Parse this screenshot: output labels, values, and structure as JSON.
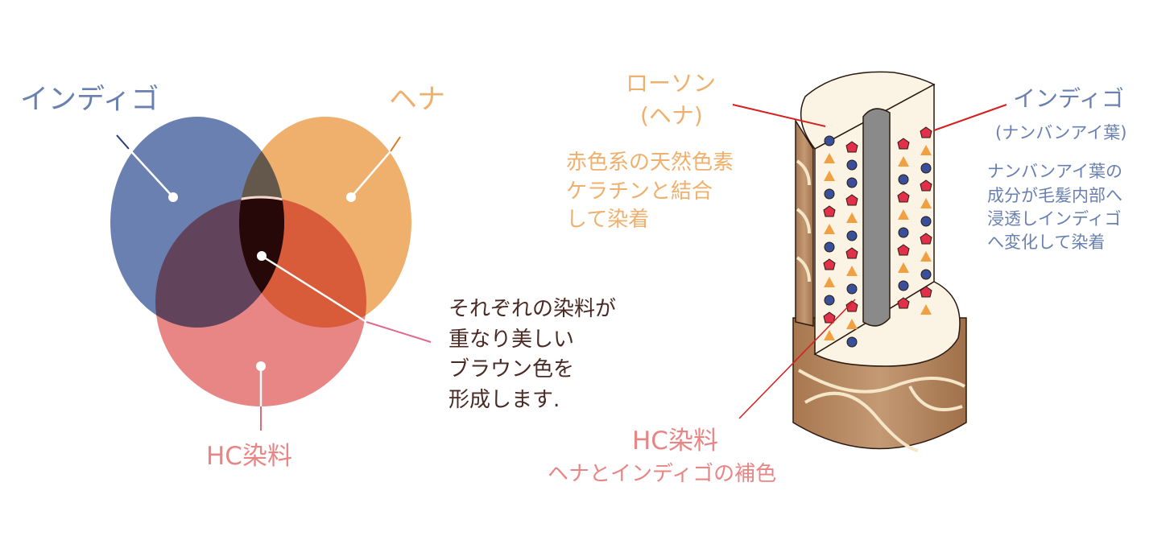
{
  "venn": {
    "indigo_label": "インディゴ",
    "henna_label": "ヘナ",
    "hc_label": "HC染料",
    "center_caption": [
      "それぞれの染料が",
      "重なり美しい",
      "ブラウン色を",
      "形成します."
    ]
  },
  "hair": {
    "lawsone_label": "ローソン",
    "lawsone_sub": "(ヘナ)",
    "lawsone_desc": [
      "赤色系の天然色素",
      "ケラチンと結合",
      "して染着"
    ],
    "indigo_label": "インディゴ",
    "indigo_sub": "(ナンバンアイ葉)",
    "indigo_desc": [
      "ナンバンアイ葉の",
      "成分が毛髪内部へ",
      "浸透しインディゴ",
      "へ変化して染着"
    ],
    "hc_label": "HC染料",
    "hc_desc": "ヘナとインディゴの補色"
  },
  "colors": {
    "indigo": "#6a80b0",
    "henna": "#eeb06c",
    "hc": "#e88585",
    "center": "#260808",
    "caption": "#4a2a25",
    "hair": "#b98a64",
    "cortex": "#fbf3e4",
    "medulla": "#8a8a8a"
  }
}
